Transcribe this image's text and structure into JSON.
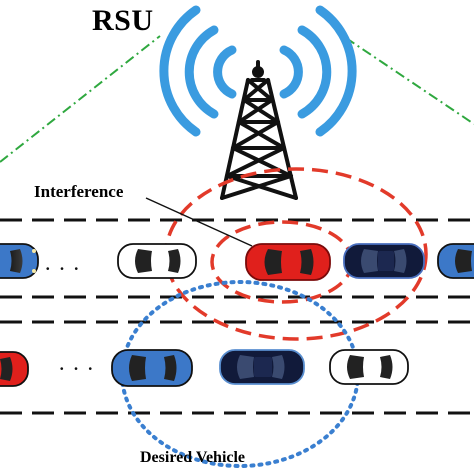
{
  "labels": {
    "rsu": "RSU",
    "interference": "Interference",
    "desired_vehicle": "Desired Vehicle"
  },
  "road": {
    "lanes_upper": [
      "lane-upper-1"
    ],
    "lanes_lower": [
      "lane-lower-1"
    ],
    "ellipsis": "• • •"
  },
  "colors": {
    "signal": "#3a9be0",
    "interference": "#e23a2a",
    "desired": "#3a7fd0",
    "coverage": "#2fa83f",
    "tower": "#111111",
    "car_red": "#e0201c",
    "car_blue": "#3c78c8",
    "car_white": "#ffffff",
    "car_navy": "#111a3a"
  },
  "icons": {
    "tower": "radio-tower-icon",
    "signal": "signal-waves-icon",
    "car": "car-icon"
  }
}
